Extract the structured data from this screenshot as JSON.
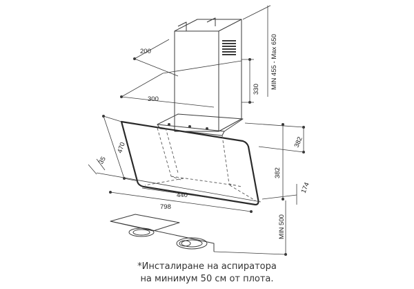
{
  "dimensions": {
    "chimney_width": "200",
    "chimney_depth": "300",
    "chimney_height": "330",
    "chimney_range": "MIN 455 - Max 650",
    "hood_depth": "382",
    "hood_height": "382",
    "hood_bottom_depth": "174",
    "glass_height": "470",
    "glass_thickness": "35",
    "hood_width": "798",
    "inner_width": "440",
    "min_clearance": "MIN 500"
  },
  "note": {
    "line1": "*Инсталиране на аспиратора",
    "line2": "на минимум 50 см от плота."
  },
  "colors": {
    "line": "#3a3a3a",
    "dark": "#2a2a2a",
    "dash": "#555555"
  }
}
